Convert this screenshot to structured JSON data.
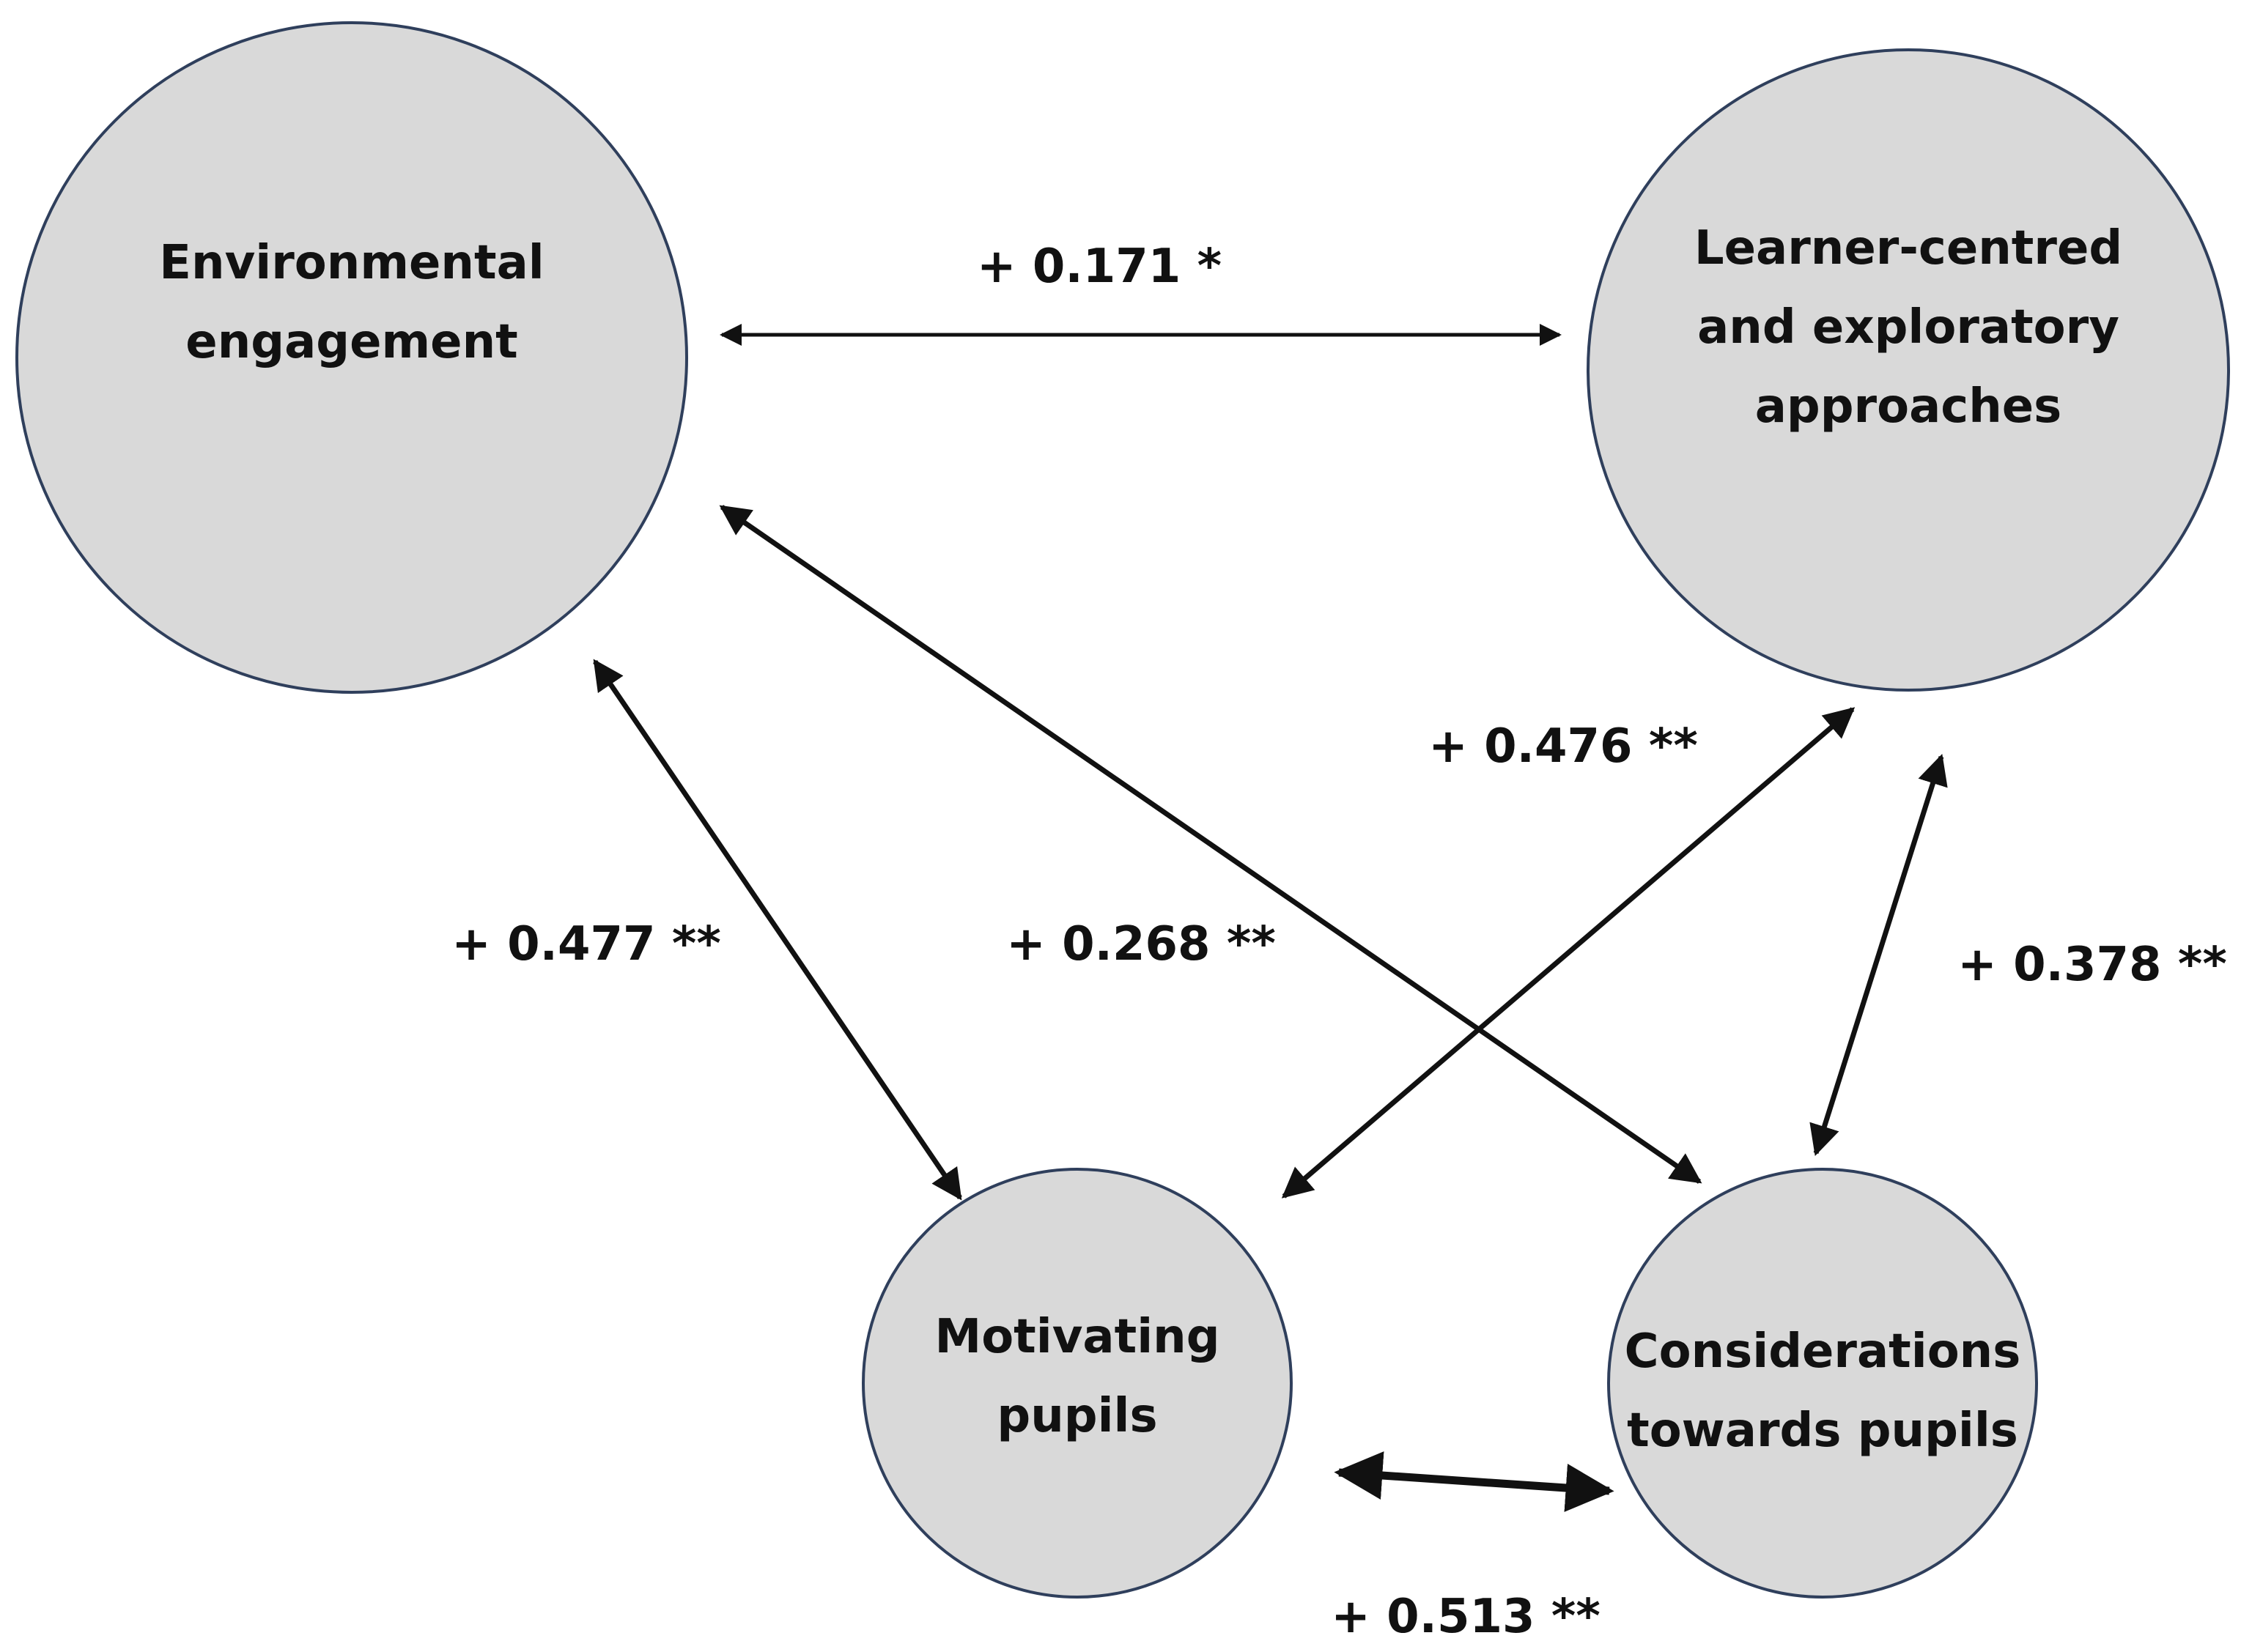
{
  "nodes": [
    {
      "id": "env",
      "lines": [
        "Environmental",
        "engagement"
      ]
    },
    {
      "id": "learner",
      "lines": [
        "Learner-centred",
        "and exploratory",
        "approaches"
      ]
    },
    {
      "id": "motivating",
      "lines": [
        "Motivating",
        "pupils"
      ]
    },
    {
      "id": "considerations",
      "lines": [
        "Considerations",
        "towards pupils"
      ]
    }
  ],
  "edges": [
    {
      "from": "env",
      "to": "learner",
      "label": "+ 0.171 *"
    },
    {
      "from": "motivating",
      "to": "learner",
      "label": "+ 0.476 **"
    },
    {
      "from": "env",
      "to": "motivating",
      "label": "+ 0.477 **"
    },
    {
      "from": "env",
      "to": "considerations",
      "label": "+ 0.268 **"
    },
    {
      "from": "learner",
      "to": "considerations",
      "label": "+ 0.378 **"
    },
    {
      "from": "motivating",
      "to": "considerations",
      "label": "+ 0.513 **"
    }
  ],
  "colors": {
    "node_fill": "#d9d9d9",
    "node_stroke": "#2f3f5c",
    "arrow": "#111111",
    "text": "#111111"
  }
}
